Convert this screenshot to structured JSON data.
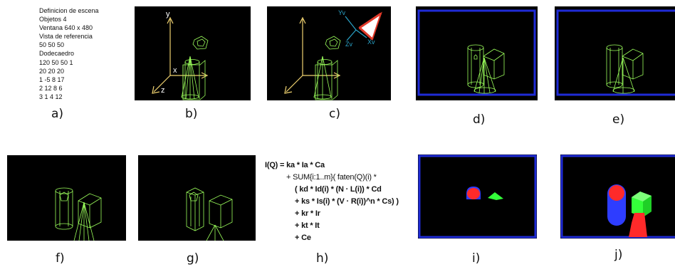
{
  "scene_definition": {
    "lines": [
      "Definicion de escena",
      "Objetos 4",
      "Ventana 640 x 480",
      "Vista de referencia",
      "50 50 50",
      "Dodecaedro",
      "120 50 50 1",
      "20 20 20",
      "1 -5 8 17",
      "2 12 8 6",
      "3 1 4 12"
    ]
  },
  "axes": {
    "y": "y",
    "x": "x",
    "z": "z"
  },
  "camera_axes": {
    "yv": "Yv",
    "xv": "Xv",
    "zv": "Zv"
  },
  "formula": {
    "lines": [
      "I(Q) = ka * Ia * Ca",
      "+ SUM{i:1..m}( faten(Q)(i) *",
      "( kd * Id(i) * (N · L(i)) * Cd",
      "+ ks * Is(i) * (V · R(i))^n * Cs) )",
      "+ kr * Ir",
      "+ kt * It",
      "+ Ce"
    ]
  },
  "captions": [
    "a)",
    "b)",
    "c)",
    "d)",
    "e)",
    "f)",
    "g)",
    "h)",
    "i)",
    "j)"
  ],
  "colors": {
    "wire": "#9cff5c",
    "axis": "#f0d270",
    "frame_border": "#1f2bd6",
    "camera_red": "#e23a2a",
    "camera_axis": "#2aa3c8",
    "solid_blue": "#2e3dff",
    "solid_red": "#ff2a2a",
    "solid_green": "#34ff3a"
  }
}
